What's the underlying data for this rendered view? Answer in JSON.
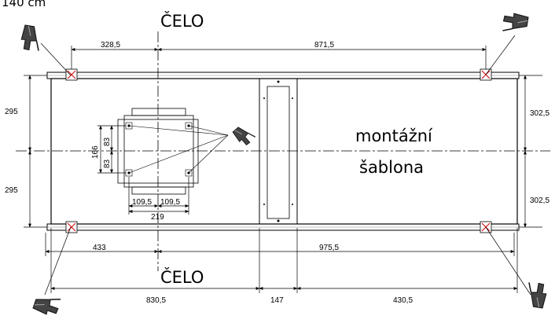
{
  "top_cut_text": "140 cm",
  "front_label_top": "ČELO",
  "front_label_bottom": "ČELO",
  "template_label": {
    "line1": "montážní",
    "line2": "šablona"
  },
  "dimensions": {
    "top_left": "328,5",
    "top_right": "871,5",
    "left_upper": "295",
    "left_lower": "295",
    "right_upper": "302,5",
    "right_lower": "302,5",
    "mid_left": "433",
    "mid_right": "975,5",
    "bottom_left": "830,5",
    "bottom_mid": "147",
    "bottom_right": "430,5",
    "unit_v_total": "166",
    "unit_v_a": "83",
    "unit_v_b": "83",
    "unit_h_a": "109,5",
    "unit_h_b": "109,5",
    "unit_h_total": "219"
  },
  "icons": [
    "drill-icon"
  ],
  "colors": {
    "line": "#000000",
    "marker": "#cc0000"
  }
}
